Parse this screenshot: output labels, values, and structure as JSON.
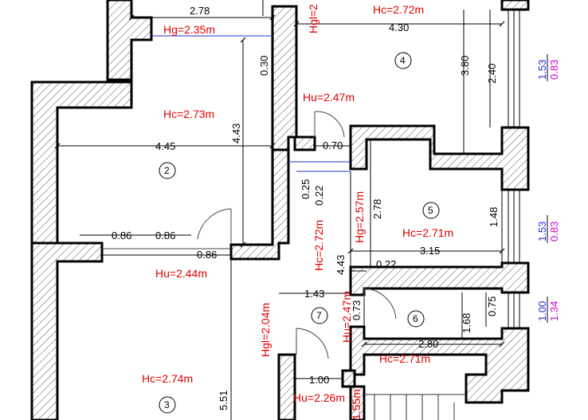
{
  "dimensions": {
    "d_278_top": "2.78",
    "d_430": "4.30",
    "d_030": "0.30",
    "d_380": "3.80",
    "d_240": "2.40",
    "d_445": "4.45",
    "d_443_upper": "4.43",
    "d_070": "0.70",
    "d_025": "0.25",
    "d_022_left": "0.22",
    "d_278_right": "2.78",
    "d_148": "1.48",
    "d_315": "3.15",
    "d_022_right": "0.22",
    "d_443_lower": "4.43",
    "d_086_a": "0.86",
    "d_086_b": "0.86",
    "d_086_c": "0.86",
    "d_143": "1.43",
    "d_073": "0.73",
    "d_075": "0.75",
    "d_168": "1.68",
    "d_280": "2.80",
    "d_100": "1.00",
    "d_551": "5.51"
  },
  "heights": {
    "hg_235": "Hg=2.35m",
    "hgl_top": "Hgl=2",
    "hc_272_top": "Hc=2.72m",
    "hc_273": "Hc=2.73m",
    "hu_247_top": "Hu=2.47m",
    "hg_257": "Hg=2.57m",
    "hc_271_r5": "Hc=2.71m",
    "hc_272_v": "Hc=2.72m",
    "hu_244": "Hu=2.44m",
    "hgl_204": "Hgl=2.04m",
    "hu_247_v": "Hu=2.47m",
    "hc_271_r6": "Hc=2.71m",
    "hc_274": "Hc=2.74m",
    "hu_226": "Hu=2.26m",
    "hg_155": "1.55m"
  },
  "rooms": {
    "room_2": "2",
    "room_3": "3",
    "room_4": "4",
    "room_5": "5",
    "room_6": "6",
    "room_7": "7"
  },
  "windows": {
    "w1_blue": "1.53",
    "w1_mag": "0.83",
    "w2_blue": "1.53",
    "w2_mag": "0.83",
    "w3_blue": "1.00",
    "w3_mag": "1.34"
  },
  "colors": {
    "wall_stroke": "#000000",
    "label_red": "#e00000",
    "label_blue": "#2a2ad8",
    "label_magenta": "#d000d0"
  }
}
